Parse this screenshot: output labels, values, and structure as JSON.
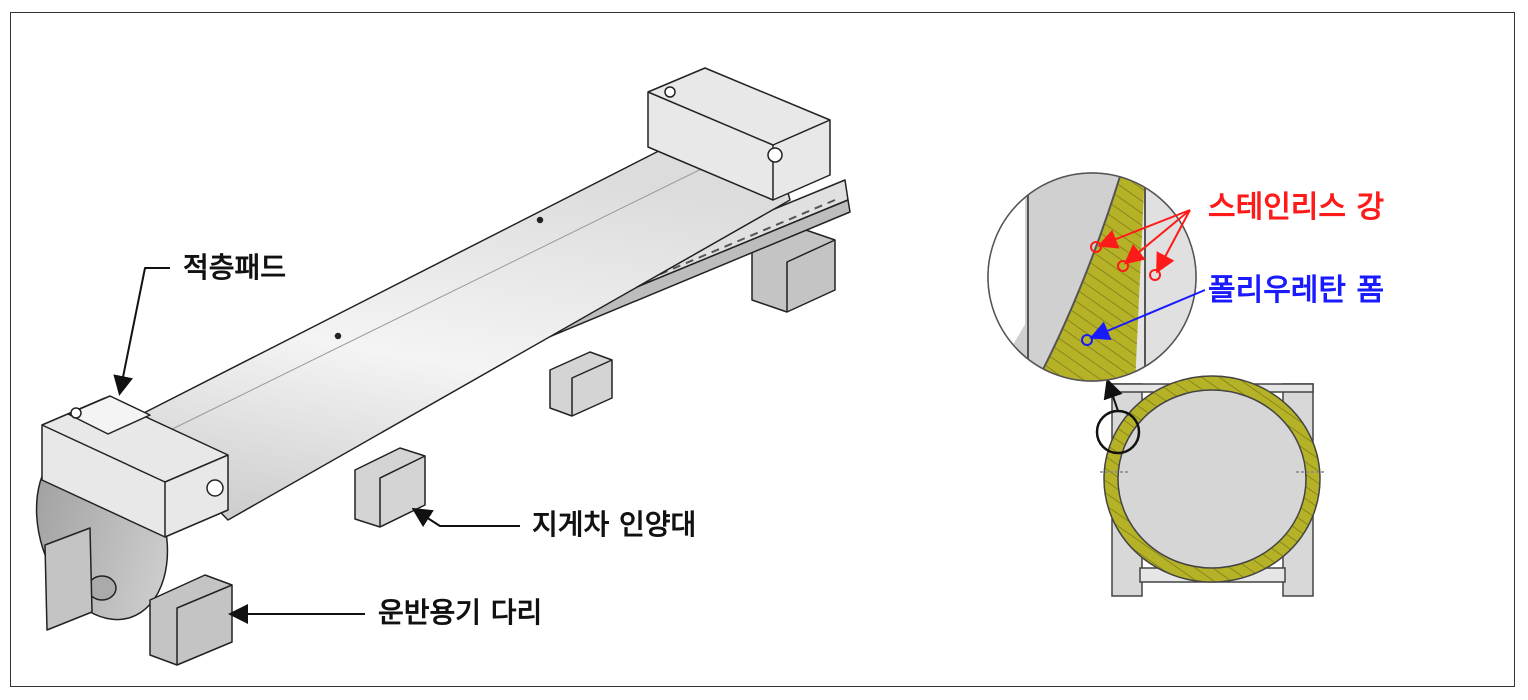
{
  "labels": {
    "stacking_pad": "적층패드",
    "forklift_lift": "지게차 인양대",
    "container_leg": "운반용기 다리",
    "stainless_steel": "스테인리스 강",
    "polyurethane_foam": "폴리우레탄 폼"
  },
  "colors": {
    "steel_label": "#ff1a1a",
    "foam_label": "#1a1aff",
    "foam_fill": "#b5b228",
    "body_gray": "#d8d8d8",
    "outline": "#222222"
  }
}
